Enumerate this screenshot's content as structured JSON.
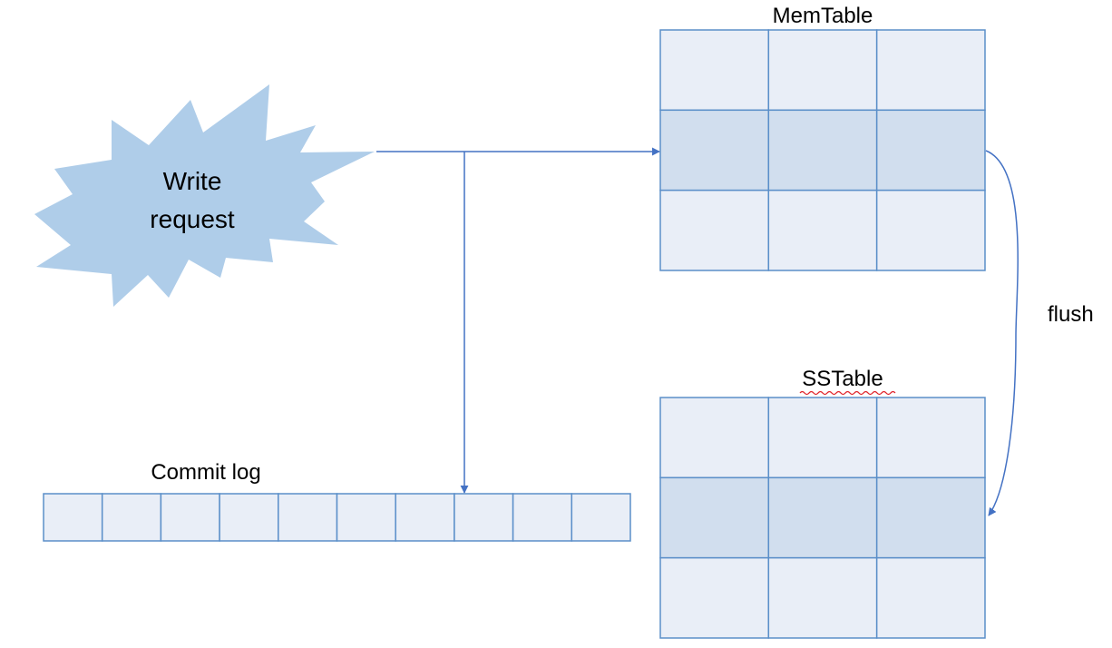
{
  "write_request": {
    "line1": "Write",
    "line2": "request"
  },
  "memtable": {
    "title": "MemTable",
    "rows": 3,
    "cols": 3,
    "highlight_row": 1
  },
  "sstable": {
    "title": "SSTable",
    "rows": 3,
    "cols": 3,
    "highlight_row": 1
  },
  "commit_log": {
    "title": "Commit log",
    "cells": 10
  },
  "flush_label": "flush",
  "colors": {
    "cell_fill": "#e9eef7",
    "cell_highlight": "#d1deee",
    "cell_stroke": "#5b8fc9",
    "starburst": "#afcde9",
    "arrow": "#4472c4",
    "spellcheck": "#e0242b"
  }
}
